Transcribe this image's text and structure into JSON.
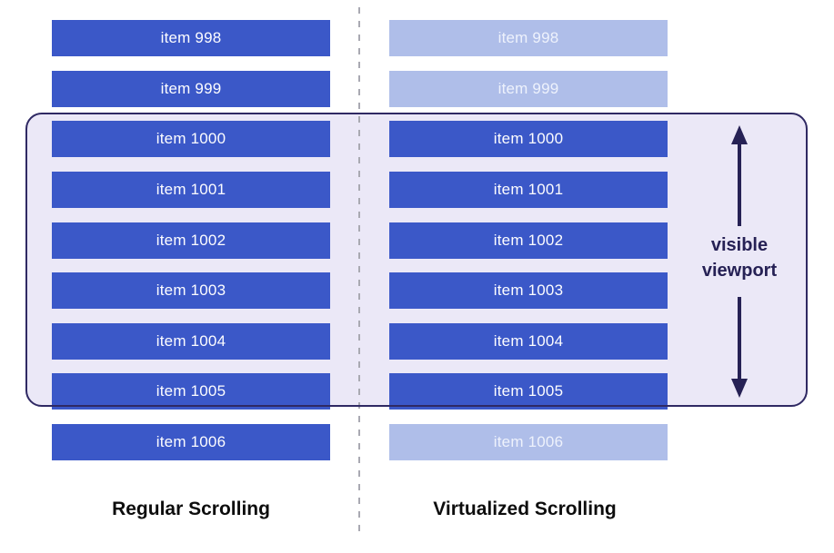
{
  "diagram": {
    "left_column": {
      "title": "Regular Scrolling",
      "items": [
        {
          "label": "item 998",
          "state": "solid"
        },
        {
          "label": "item 999",
          "state": "solid"
        },
        {
          "label": "item 1000",
          "state": "solid"
        },
        {
          "label": "item 1001",
          "state": "solid"
        },
        {
          "label": "item 1002",
          "state": "solid"
        },
        {
          "label": "item 1003",
          "state": "solid"
        },
        {
          "label": "item 1004",
          "state": "solid"
        },
        {
          "label": "item 1005",
          "state": "solid"
        },
        {
          "label": "item 1006",
          "state": "solid"
        }
      ]
    },
    "right_column": {
      "title": "Virtualized Scrolling",
      "items": [
        {
          "label": "item 998",
          "state": "faded"
        },
        {
          "label": "item 999",
          "state": "faded"
        },
        {
          "label": "item 1000",
          "state": "solid"
        },
        {
          "label": "item 1001",
          "state": "solid"
        },
        {
          "label": "item 1002",
          "state": "solid"
        },
        {
          "label": "item 1003",
          "state": "solid"
        },
        {
          "label": "item 1004",
          "state": "solid"
        },
        {
          "label": "item 1005",
          "state": "solid"
        },
        {
          "label": "item 1006",
          "state": "faded"
        }
      ]
    },
    "viewport": {
      "label": "visible viewport",
      "icon": "double-headed-vertical-arrow-icon"
    }
  },
  "colors": {
    "solid_bar": "#3b58c8",
    "faded_bar": "#afbee9",
    "viewport_fill": "#ebe8f7",
    "viewport_border": "#2f2963",
    "navy": "#262155",
    "divider_gray": "#a9a9b2"
  }
}
